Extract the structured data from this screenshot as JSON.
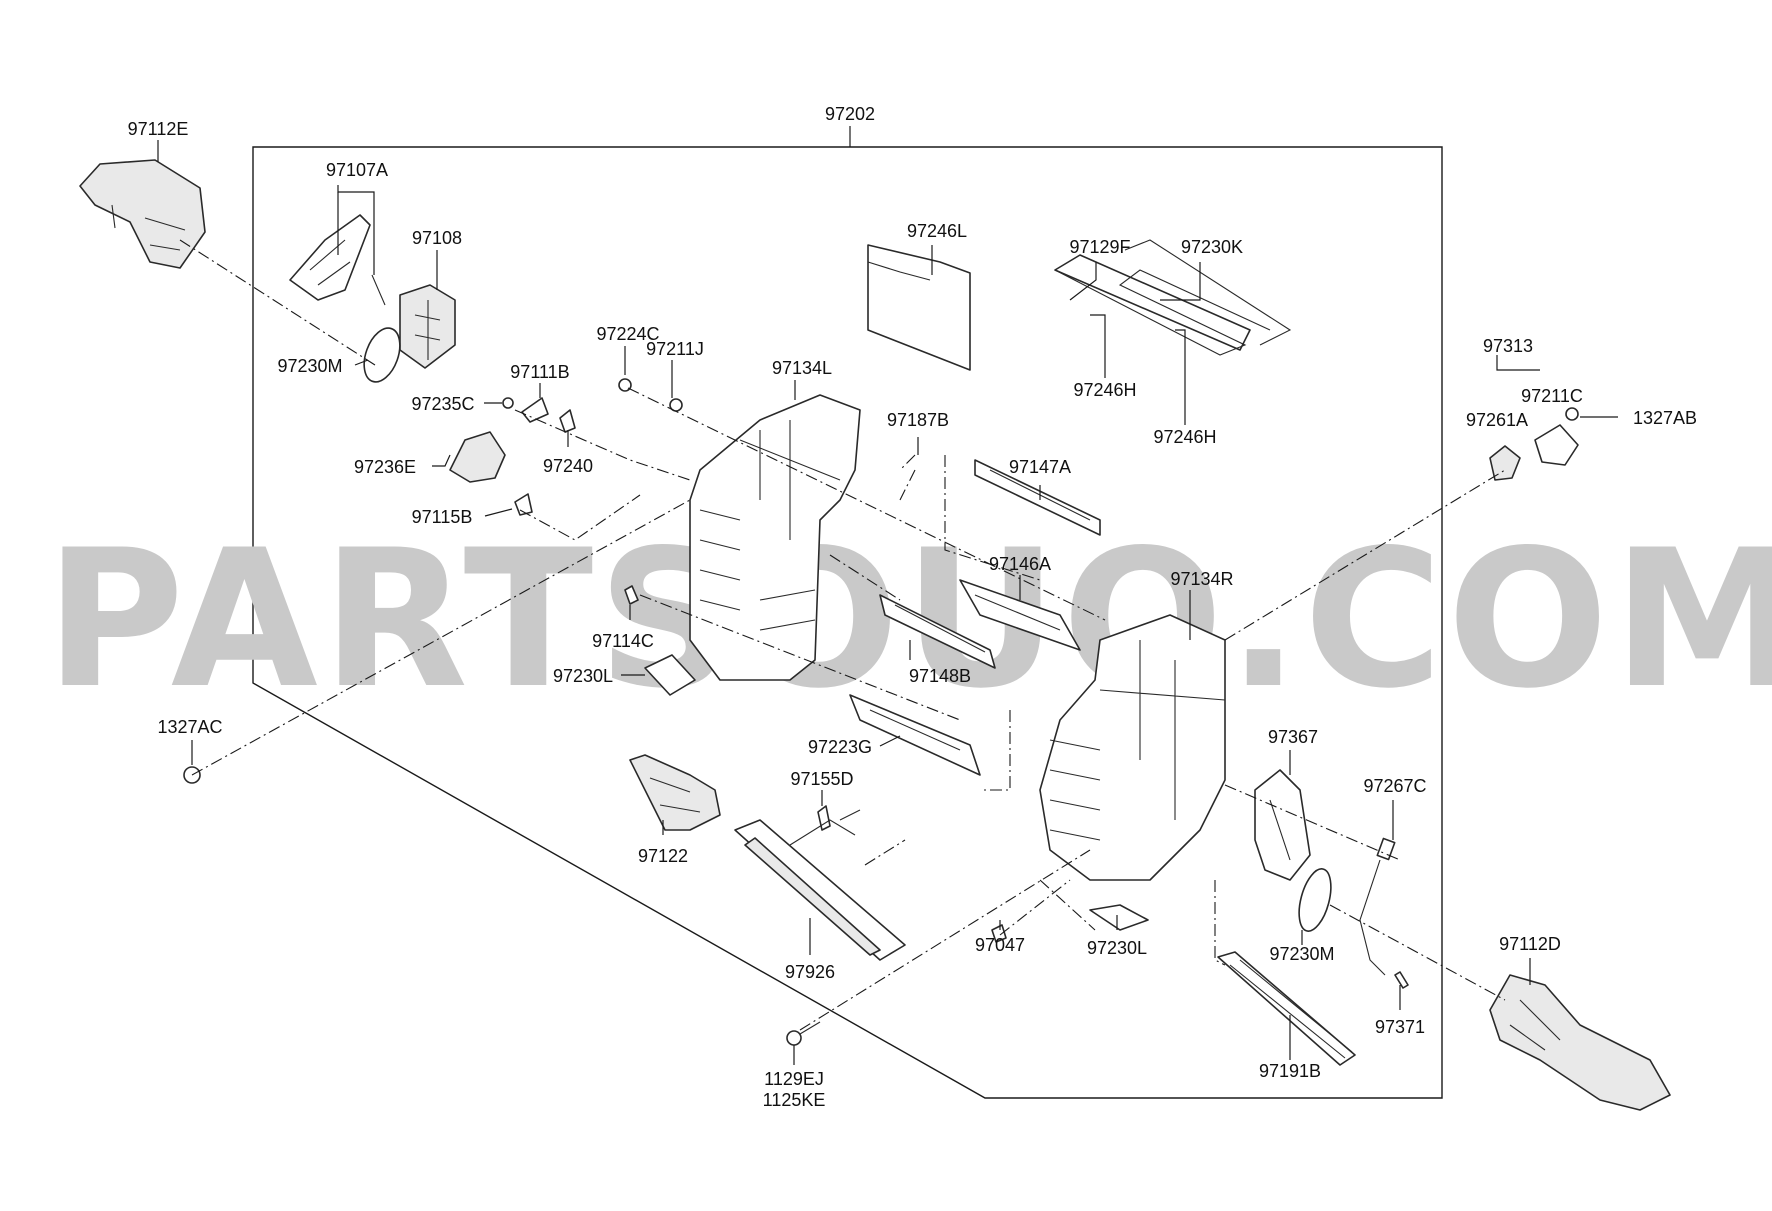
{
  "watermark": "PARTSOUQ.COM",
  "labels": {
    "l97202": "97202",
    "l97112E": "97112E",
    "l97107A": "97107A",
    "l97108": "97108",
    "l97230M_a": "97230M",
    "l97246L": "97246L",
    "l97129F": "97129F",
    "l97230K": "97230K",
    "l97246H_a": "97246H",
    "l97246H_b": "97246H",
    "l97224C": "97224C",
    "l97211J": "97211J",
    "l97111B": "97111B",
    "l97134L": "97134L",
    "l97235C": "97235C",
    "l97187B": "97187B",
    "l97236E": "97236E",
    "l97240": "97240",
    "l97147A": "97147A",
    "l97115B": "97115B",
    "l97313": "97313",
    "l97211C": "97211C",
    "l97261A": "97261A",
    "l1327AB": "1327AB",
    "l97146A": "97146A",
    "l97134R": "97134R",
    "l97114C": "97114C",
    "l97230L_a": "97230L",
    "l97148B": "97148B",
    "l1327AC": "1327AC",
    "l97367": "97367",
    "l97223G": "97223G",
    "l97155D": "97155D",
    "l97267C": "97267C",
    "l97122": "97122",
    "l97047": "97047",
    "l97230L_b": "97230L",
    "l97230M_b": "97230M",
    "l97112D": "97112D",
    "l97926": "97926",
    "l97371": "97371",
    "l1129EJ": "1129EJ",
    "l1125KE": "1125KE",
    "l97191B": "97191B"
  }
}
